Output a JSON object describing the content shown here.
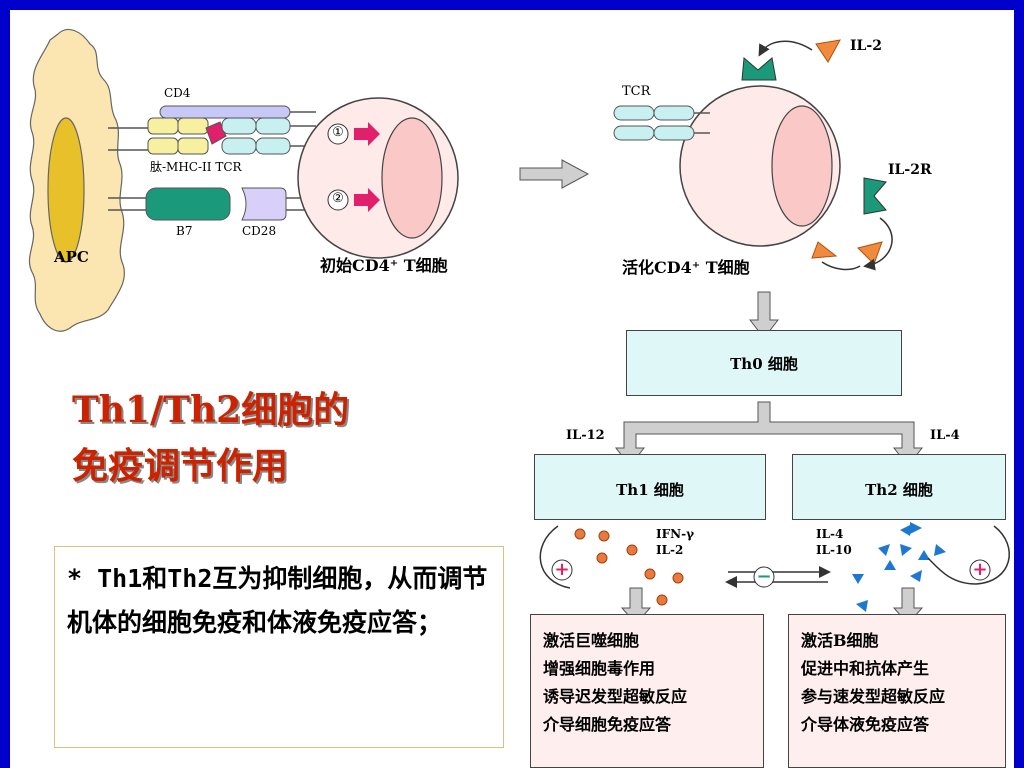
{
  "diagram": {
    "apc_label": "APC",
    "cd4_label": "CD4",
    "pmhc_label": "肽-MHC-II TCR",
    "b7_label": "B7",
    "cd28_label": "CD28",
    "signal1": "①",
    "signal2": "②",
    "naive_label": "初始CD4⁺ T细胞",
    "tcr_label": "TCR",
    "il2_label": "IL-2",
    "il2r_label": "IL-2R",
    "activated_label": "活化CD4⁺ T细胞",
    "th0_label": "Th0 细胞",
    "il12_label": "IL-12",
    "il4_top_label": "IL-4",
    "th1_label": "Th1 细胞",
    "th2_label": "Th2 细胞",
    "th1_cytokines": [
      "IFN-γ",
      "IL-2"
    ],
    "th2_cytokines": [
      "IL-4",
      "IL-10"
    ],
    "plus_sign": "+",
    "minus_sign": "−",
    "th1_effects": [
      "激活巨噬细胞",
      "增强细胞毒作用",
      "诱导迟发型超敏反应",
      "介导细胞免疫应答"
    ],
    "th2_effects": [
      "激活B细胞",
      "促进中和抗体产生",
      "参与速发型超敏反应",
      "介导体液免疫应答"
    ]
  },
  "title": {
    "line1": "Th1/Th2细胞的",
    "line2": "免疫调节作用"
  },
  "note": {
    "text": "* Th1和Th2互为抑制细胞，从而调节机体的细胞免疫和体液免疫应答；"
  },
  "colors": {
    "background_frame": "#0000cc",
    "title_red": "#cc2200",
    "apc_fill": "#fbe5b0",
    "cell_fill": "#ffeaea",
    "box_cyan": "#e0f7f7",
    "box_pink": "#ffeeee",
    "th1_dot": "#e87a40",
    "th2_triangle": "#1e78d0",
    "il2_triangle": "#f08a3c",
    "receptor_green": "#1a9a7a",
    "signal_arrow": "#e0206a"
  }
}
